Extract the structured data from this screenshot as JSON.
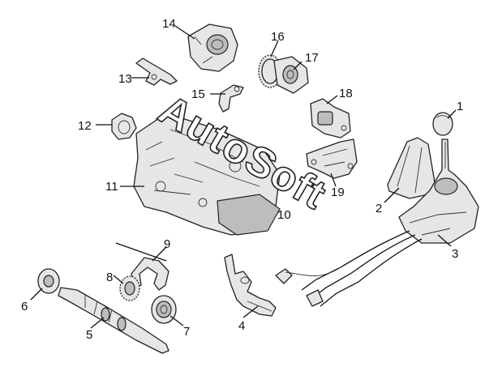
{
  "watermark": "AutoSoft",
  "callouts": [
    "1",
    "2",
    "3",
    "4",
    "5",
    "6",
    "7",
    "8",
    "9",
    "10",
    "11",
    "12",
    "13",
    "14",
    "15",
    "16",
    "17",
    "18",
    "19"
  ],
  "parts": [
    {
      "number": "1",
      "part": "shift-knob"
    },
    {
      "number": "2",
      "part": "shift-boot"
    },
    {
      "number": "3",
      "part": "shift-lever-assembly"
    },
    {
      "number": "4",
      "part": "selector-mechanism"
    },
    {
      "number": "5",
      "part": "shaft"
    },
    {
      "number": "6",
      "part": "bearing"
    },
    {
      "number": "7",
      "part": "gear"
    },
    {
      "number": "8",
      "part": "gear"
    },
    {
      "number": "9",
      "part": "shift-fork"
    },
    {
      "number": "11",
      "part": "gearbox-housing"
    },
    {
      "number": "12",
      "part": "cover"
    },
    {
      "number": "13",
      "part": "bracket"
    },
    {
      "number": "14",
      "part": "housing"
    },
    {
      "number": "15",
      "part": "lever"
    },
    {
      "number": "16",
      "part": "ring-gear"
    },
    {
      "number": "17",
      "part": "differential"
    },
    {
      "number": "18",
      "part": "mount"
    },
    {
      "number": "19",
      "part": "mount-bracket"
    }
  ]
}
